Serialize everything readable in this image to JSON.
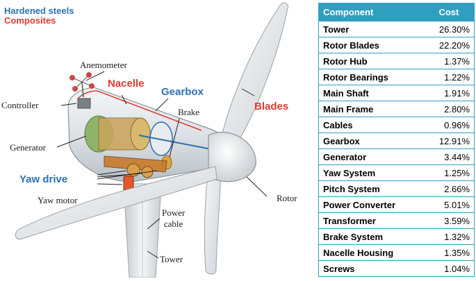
{
  "legend": {
    "hardened_steels": "Hardened steels",
    "composites": "Composites",
    "steel_color": "#2d6fb3",
    "composite_color": "#e03a2f"
  },
  "labels": {
    "anemometer": "Anemometer",
    "nacelle": "Nacelle",
    "gearbox": "Gearbox",
    "controller": "Controller",
    "brake": "Brake",
    "blades": "Blades",
    "generator": "Generator",
    "yaw_drive": "Yaw drive",
    "yaw_motor": "Yaw motor",
    "rotor": "Rotor",
    "power_cable_line1": "Power",
    "power_cable_line2": "cable",
    "tower": "Tower"
  },
  "table": {
    "headers": [
      "Component",
      "Cost"
    ],
    "header_color": "#2f9fc0",
    "rows": [
      {
        "component": "Tower",
        "cost": "26.30%"
      },
      {
        "component": "Rotor Blades",
        "cost": "22.20%"
      },
      {
        "component": "Rotor Hub",
        "cost": "1.37%"
      },
      {
        "component": "Rotor Bearings",
        "cost": "1.22%"
      },
      {
        "component": "Main Shaft",
        "cost": "1.91%"
      },
      {
        "component": "Main Frame",
        "cost": "2.80%"
      },
      {
        "component": "Cables",
        "cost": "0.96%"
      },
      {
        "component": "Gearbox",
        "cost": "12.91%"
      },
      {
        "component": "Generator",
        "cost": "3.44%"
      },
      {
        "component": "Yaw System",
        "cost": "1.25%"
      },
      {
        "component": "Pitch System",
        "cost": "2.66%"
      },
      {
        "component": "Power Converter",
        "cost": "5.01%"
      },
      {
        "component": "Transformer",
        "cost": "3.59%"
      },
      {
        "component": "Brake System",
        "cost": "1.32%"
      },
      {
        "component": "Nacelle Housing",
        "cost": "1.35%"
      },
      {
        "component": "Screws",
        "cost": "1.04%"
      }
    ]
  }
}
